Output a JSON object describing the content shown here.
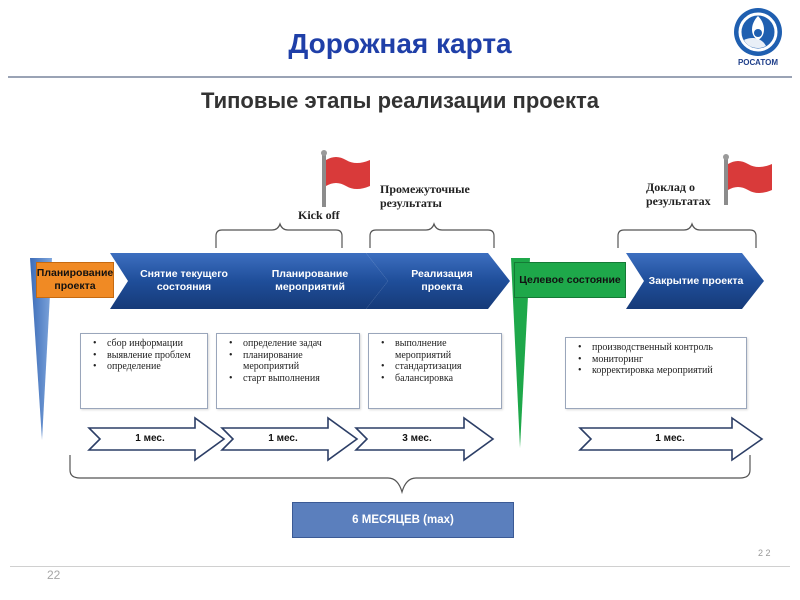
{
  "page": {
    "title": "Дорожная карта",
    "subtitle": "Типовые этапы реализации проекта",
    "page_number": "22",
    "footnote": "2 2"
  },
  "logo": {
    "text": "РОСАТОМ",
    "icon": "rosatom-atom-logo"
  },
  "annotations": {
    "kickoff": "Kick off",
    "intermediate": "Промежуточные результаты",
    "report": "Доклад о результатах"
  },
  "phases": {
    "planning": "Планирование проекта",
    "current_state": "Снятие текущего состояния",
    "activity_planning": "Планирование мероприятий",
    "implementation": "Реализация проекта",
    "target_state": "Целевое состояние",
    "closing": "Закрытие проекта"
  },
  "details": {
    "current_state": [
      "сбор информации",
      "выявление проблем",
      "определение"
    ],
    "activity_planning": [
      "определение задач",
      "планирование мероприятий",
      "старт выполнения"
    ],
    "implementation": [
      "выполнение мероприятий",
      "стандартизация",
      "балансировка"
    ],
    "closing": [
      "производственный контроль",
      "мониторинг",
      "корректировка мероприятий"
    ]
  },
  "durations": {
    "d1": "1 мес.",
    "d2": "1 мес.",
    "d3": "3 мес.",
    "d4": "1 мес."
  },
  "total": "6 МЕСЯЦЕВ (max)",
  "colors": {
    "title": "#1f3fa8",
    "chevron": "#1f4e9a",
    "orange_tag": "#f08a24",
    "green_tag": "#1ea84a",
    "flag": "#d93a3a",
    "total_box": "#5b7fbd"
  }
}
